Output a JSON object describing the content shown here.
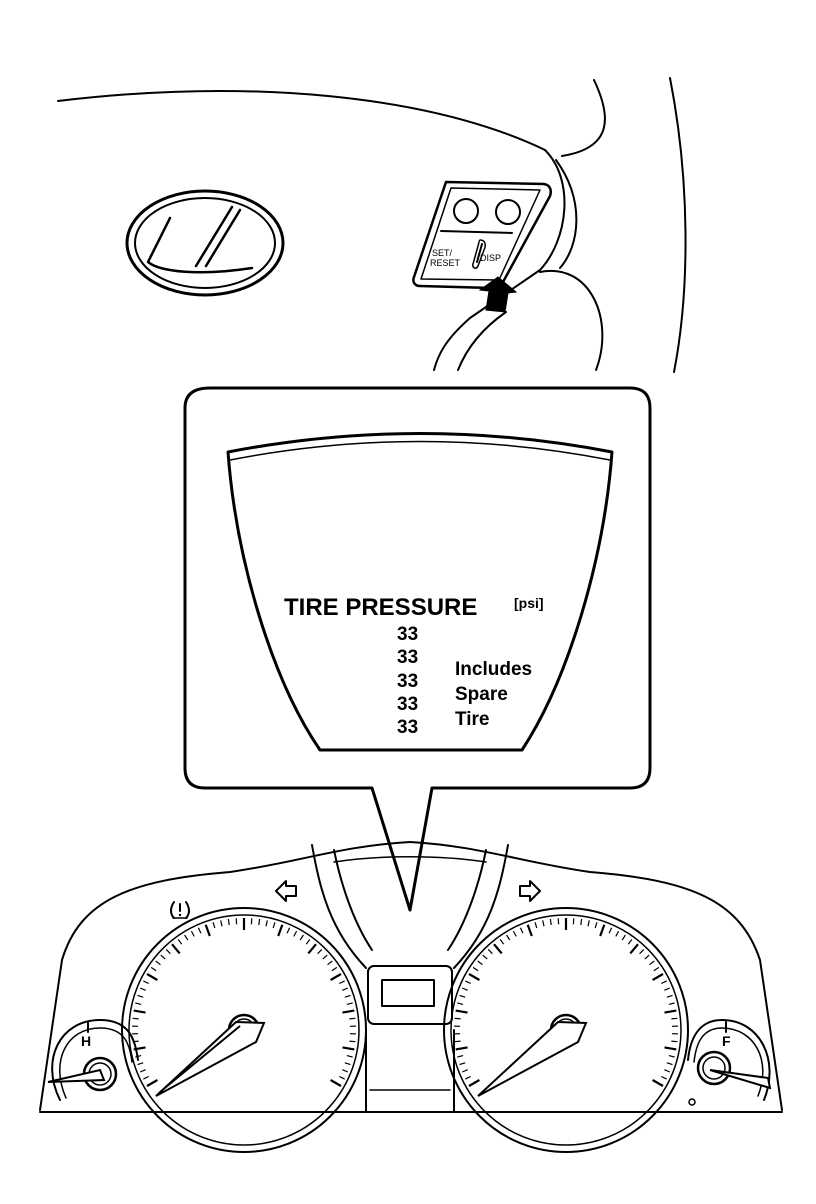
{
  "wheel_controls": {
    "set_reset_line1": "SET/",
    "set_reset_line2": "RESET",
    "disp_label": "DISP"
  },
  "display": {
    "title": "TIRE PRESSURE",
    "unit": "[psi]",
    "pressures": [
      "33",
      "33",
      "33",
      "33",
      "33"
    ],
    "note": [
      "Includes",
      "Spare",
      "Tire"
    ]
  },
  "cluster": {
    "temp_gauge_label": "H",
    "fuel_gauge_label": "F",
    "tpms_icon": "tpms-warning-icon",
    "left_turn_icon": "left-turn-arrow-icon",
    "right_turn_icon": "right-turn-arrow-icon"
  },
  "icons": {
    "logo": "lexus-logo",
    "press_arrow": "press-arrow-icon"
  }
}
